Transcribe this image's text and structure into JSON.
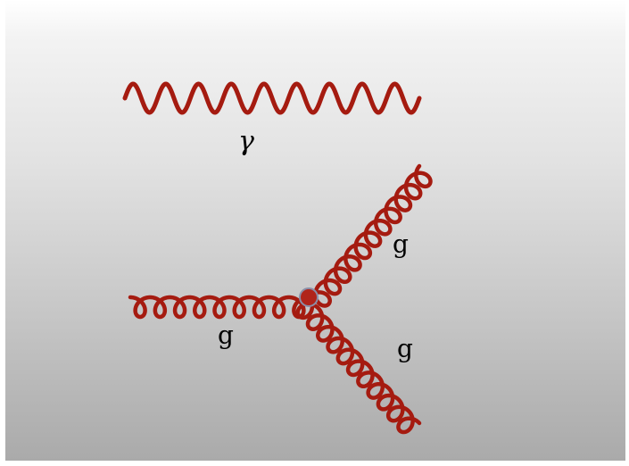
{
  "diagrams": {
    "photon": {
      "label": "γ",
      "wavelengths": 9
    },
    "gluon_vertex": {
      "gluons": [
        {
          "id": "incoming",
          "label": "g",
          "loops": 9
        },
        {
          "id": "upper-outgoing",
          "label": "g",
          "loops": 11
        },
        {
          "id": "lower-outgoing",
          "label": "g",
          "loops": 11
        }
      ]
    }
  },
  "colors": {
    "propagator": "#a51b10",
    "vertex_fill": "#b0241a",
    "vertex_stroke": "#8a8fa8",
    "background_top": "#ffffff",
    "background_bottom": "#aaaaaa"
  }
}
